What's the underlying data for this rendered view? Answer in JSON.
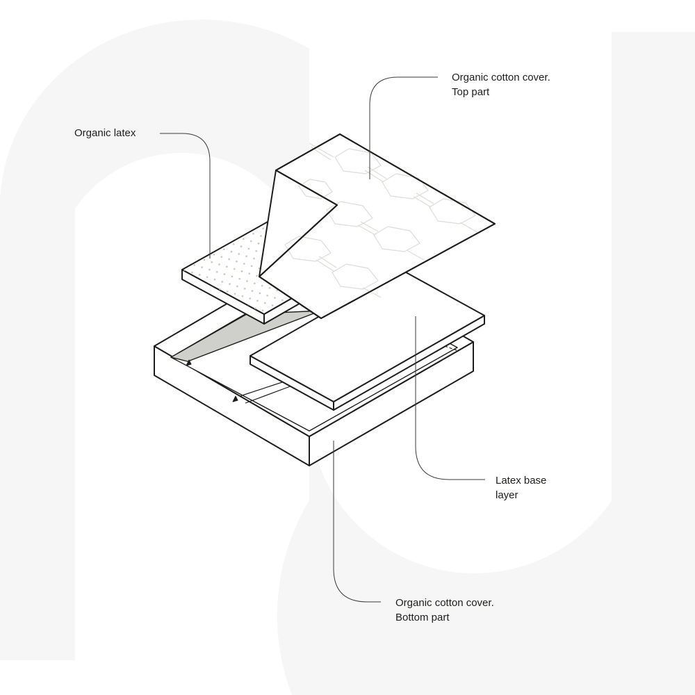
{
  "diagram": {
    "labels": {
      "organic_latex": {
        "lines": [
          "Organic latex"
        ]
      },
      "cover_top": {
        "lines": [
          "Organic cotton cover.",
          "Top part"
        ]
      },
      "latex_base": {
        "lines": [
          "Latex base",
          "layer"
        ]
      },
      "cover_bottom": {
        "lines": [
          "Organic cotton cover.",
          "Bottom part"
        ]
      }
    },
    "colors": {
      "background_shape": "#f6f6f6",
      "outline": "#1d1d1b",
      "leader_line": "#3a3a38",
      "fabric_fill": "#ffffff",
      "latex_dots": "#c9c2b6",
      "shadow": "#cfcfcb",
      "pattern_stroke": "#dcdcd8"
    }
  }
}
